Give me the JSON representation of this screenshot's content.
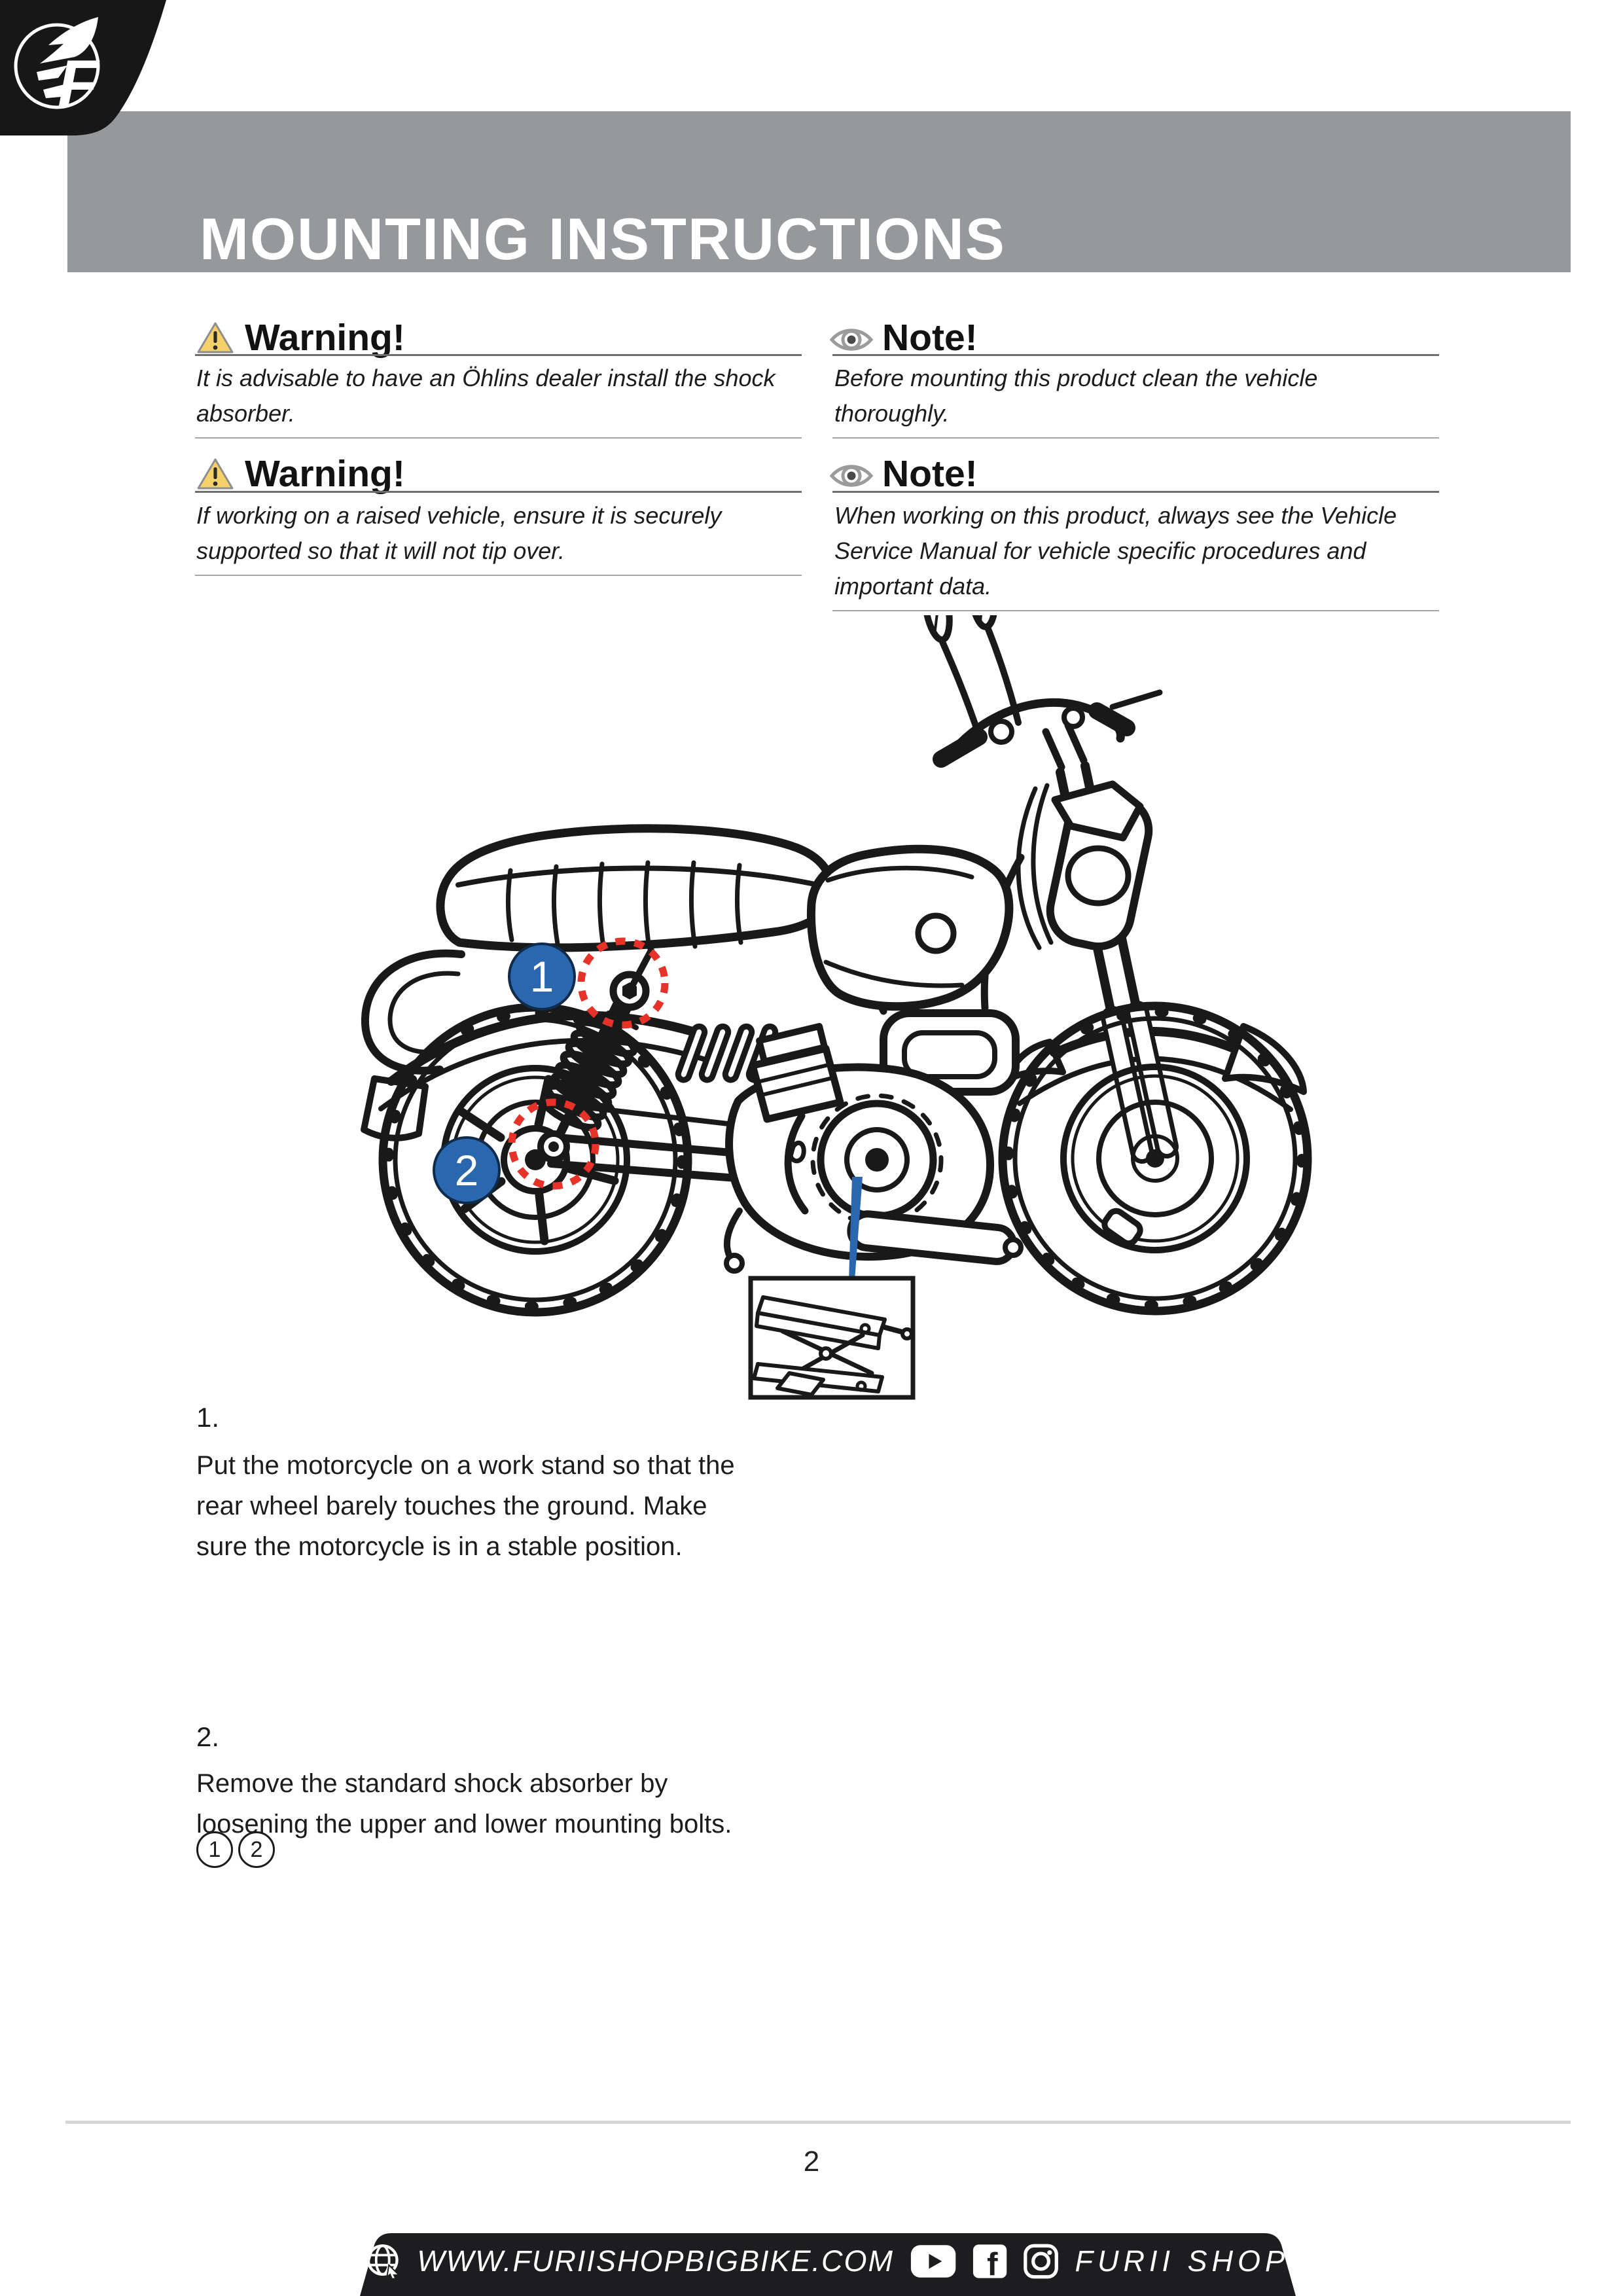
{
  "header": {
    "title": "MOUNTING INSTRUCTIONS",
    "bar_color": "#96989b"
  },
  "logo": {
    "icon": "furii-winged-f-icon",
    "letter": "F"
  },
  "columns": {
    "left": [
      {
        "type": "warning",
        "icon": "warning-triangle-icon",
        "heading": "Warning!",
        "body": "It is advisable to have an Öhlins dealer install the shock\nabsorber."
      },
      {
        "type": "warning",
        "icon": "warning-triangle-icon",
        "heading": "Warning!",
        "body": "If working on a raised vehicle, ensure it is securely\nsupported so that it will not tip over."
      }
    ],
    "right": [
      {
        "type": "note",
        "icon": "eye-icon",
        "heading": "Note!",
        "body": "Before mounting this product clean the vehicle\nthoroughly."
      },
      {
        "type": "note",
        "icon": "eye-icon",
        "heading": "Note!",
        "body": "When working on this product, always see the Vehicle\nService Manual for vehicle specific procedures and\nimportant data."
      }
    ]
  },
  "figure": {
    "description": "motorcycle-line-drawing-with-work-stand",
    "callouts": [
      {
        "label": "1"
      },
      {
        "label": "2"
      }
    ],
    "marker_color": "#2b67ae",
    "highlight_color": "#e63229"
  },
  "steps": [
    {
      "number": "1.",
      "text": "Put the motorcycle on a work stand so that the\nrear wheel barely touches the ground. Make\nsure the motorcycle is in a stable position."
    },
    {
      "number": "2.",
      "text": "Remove the standard shock absorber  by\nloosening the upper and lower mounting bolts.",
      "refs": [
        "1",
        "2"
      ]
    }
  ],
  "footer": {
    "page_number": "2",
    "website": "WWW.FURIISHOPBIGBIKE.COM",
    "shop_name": "FURII SHOP",
    "facebook_letter": "f",
    "icons": [
      "globe-icon",
      "youtube-icon",
      "facebook-icon",
      "instagram-icon"
    ]
  },
  "colors": {
    "bar_gray": "#96989b",
    "accent_blue": "#2b67ae",
    "marker_red": "#e63229",
    "warning_yellow": "#f6d16a",
    "footer_black": "#1d1c1e"
  }
}
